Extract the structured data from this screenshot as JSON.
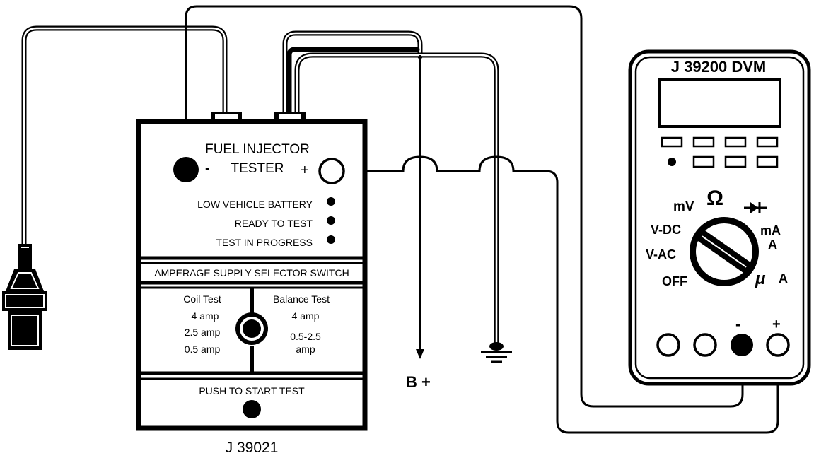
{
  "tester": {
    "title_line1": "FUEL INJECTOR",
    "title_line2": "TESTER",
    "minus": "-",
    "plus": "+",
    "indicators": [
      "LOW VEHICLE BATTERY",
      "READY TO TEST",
      "TEST IN PROGRESS"
    ],
    "selector_title": "AMPERAGE SUPPLY SELECTOR SWITCH",
    "coil": {
      "heading": "Coil Test",
      "options": [
        "4 amp",
        "2.5 amp",
        "0.5 amp"
      ]
    },
    "balance": {
      "heading": "Balance Test",
      "option1": "4 amp",
      "option2_line1": "0.5-2.5",
      "option2_line2": "amp"
    },
    "push_label": "PUSH TO START TEST",
    "model": "J 39021"
  },
  "battery_label": "B +",
  "dvm": {
    "title": "J 39200 DVM",
    "dial": {
      "mv": "mV",
      "ohm": "Ω",
      "vdc": "V-DC",
      "vac": "V-AC",
      "off": "OFF",
      "ma": "mA",
      "a": "A",
      "mu": "μ",
      "ua_a": "A"
    },
    "minus": "-",
    "plus": "+"
  }
}
